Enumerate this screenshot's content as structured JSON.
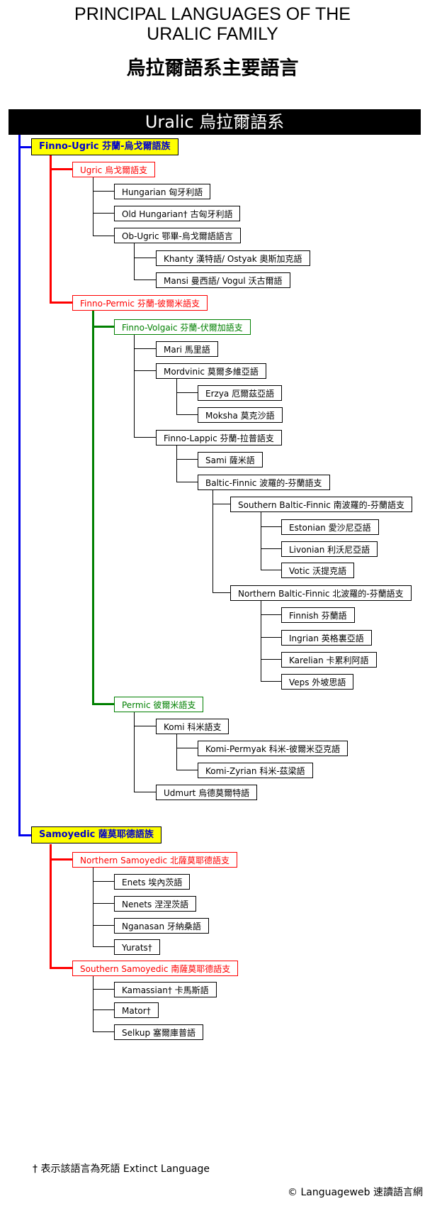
{
  "header": {
    "title_line1": "PRINCIPAL LANGUAGES OF THE",
    "title_line2": "URALIC FAMILY",
    "title_zh": "烏拉爾語系主要語言"
  },
  "root": "Uralic   烏拉爾語系",
  "nodes": {
    "finno_ugric": "Finno-Ugric 芬蘭-烏戈爾語族",
    "ugric": "Ugric 烏戈爾語支",
    "hungarian": "Hungarian  匈牙利語",
    "old_hungarian": "Old Hungarian†  古匈牙利語",
    "ob_ugric": "Ob-Ugric  鄂畢-烏戈爾語語言",
    "khanty": "Khanty  漢特語/ Ostyak  奧斯加克語",
    "mansi": "Mansi  曼西語/ Vogul 沃古爾語",
    "finno_permic": "Finno-Permic 芬蘭-彼爾米語支",
    "finno_volgaic": "Finno-Volgaic 芬蘭-伏爾加語支",
    "mari": "Mari  馬里語",
    "mordvinic": "Mordvinic 莫爾多維亞語",
    "erzya": "Erzya  厄爾茲亞語",
    "moksha": "Moksha  莫克沙語",
    "finno_lappic": "Finno-Lappic  芬蘭-拉普語支",
    "sami": "Sami  薩米語",
    "baltic_finnic": "Baltic-Finnic  波羅的-芬蘭語支",
    "southern_baltic_finnic": "Southern Baltic-Finnic  南波羅的-芬蘭語支",
    "estonian": "Estonian  愛沙尼亞語",
    "livonian": "Livonian  利沃尼亞語",
    "votic": "Votic  沃提克語",
    "northern_baltic_finnic": "Northern Baltic-Finnic  北波羅的-芬蘭語支",
    "finnish": "Finnish 芬蘭語",
    "ingrian": "Ingrian 英格裏亞語",
    "karelian": "Karelian 卡累利阿語",
    "veps": "Veps  外坡思語",
    "permic": "Permic  彼爾米語支",
    "komi": "Komi  科米語支",
    "komi_permyak": "Komi-Permyak  科米-彼爾米亞克語",
    "komi_zyrian": "Komi-Zyrian 科米-茲梁語",
    "udmurt": "Udmurt 烏德莫爾特語",
    "samoyedic": "Samoyedic 薩莫耶德語族",
    "northern_samoyedic": "Northern Samoyedic  北薩莫耶德語支",
    "enets": "Enets 埃內茨語",
    "nenets": "Nenets  涅涅茨語",
    "nganasan": "Nganasan  牙納桑語",
    "yurats": "Yurats†",
    "southern_samoyedic": "Southern Samoyedic  南薩莫耶德語支",
    "kamassian": "Kamassian†  卡馬斯語",
    "mator": "Mator†",
    "selkup": "Selkup 塞爾庫普語"
  },
  "footer": {
    "legend": "† 表示該語言為死語    Extinct Language",
    "copyright": "© Languageweb  速讀語言網"
  },
  "colors": {
    "family_line": "#0000ee",
    "branch_line": "#ff0000",
    "subbranch_line": "#008000",
    "family_fill": "#ffff00"
  }
}
